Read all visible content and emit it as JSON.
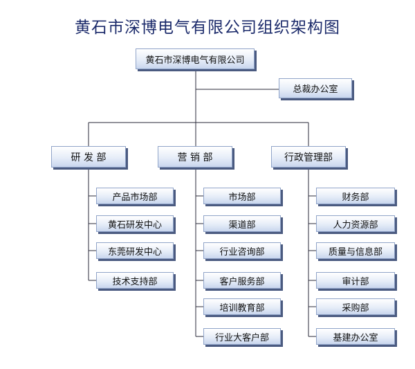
{
  "title": "黄石市深博电气有限公司组织架构图",
  "top_node": "黄石市深博电气有限公司",
  "office": "总裁办公室",
  "departments": [
    {
      "name": "研 发 部",
      "children": [
        "产品市场部",
        "黄石研发中心",
        "东莞研发中心",
        "技术支持部"
      ]
    },
    {
      "name": "营 销 部",
      "children": [
        "市场部",
        "渠道部",
        "行业咨询部",
        "客户服务部",
        "培训教育部",
        "行业大客户部"
      ]
    },
    {
      "name": "行政管理部",
      "children": [
        "财务部",
        "人力资源部",
        "质量与信息部",
        "审计部",
        "采购部",
        "基建办公室"
      ]
    }
  ]
}
